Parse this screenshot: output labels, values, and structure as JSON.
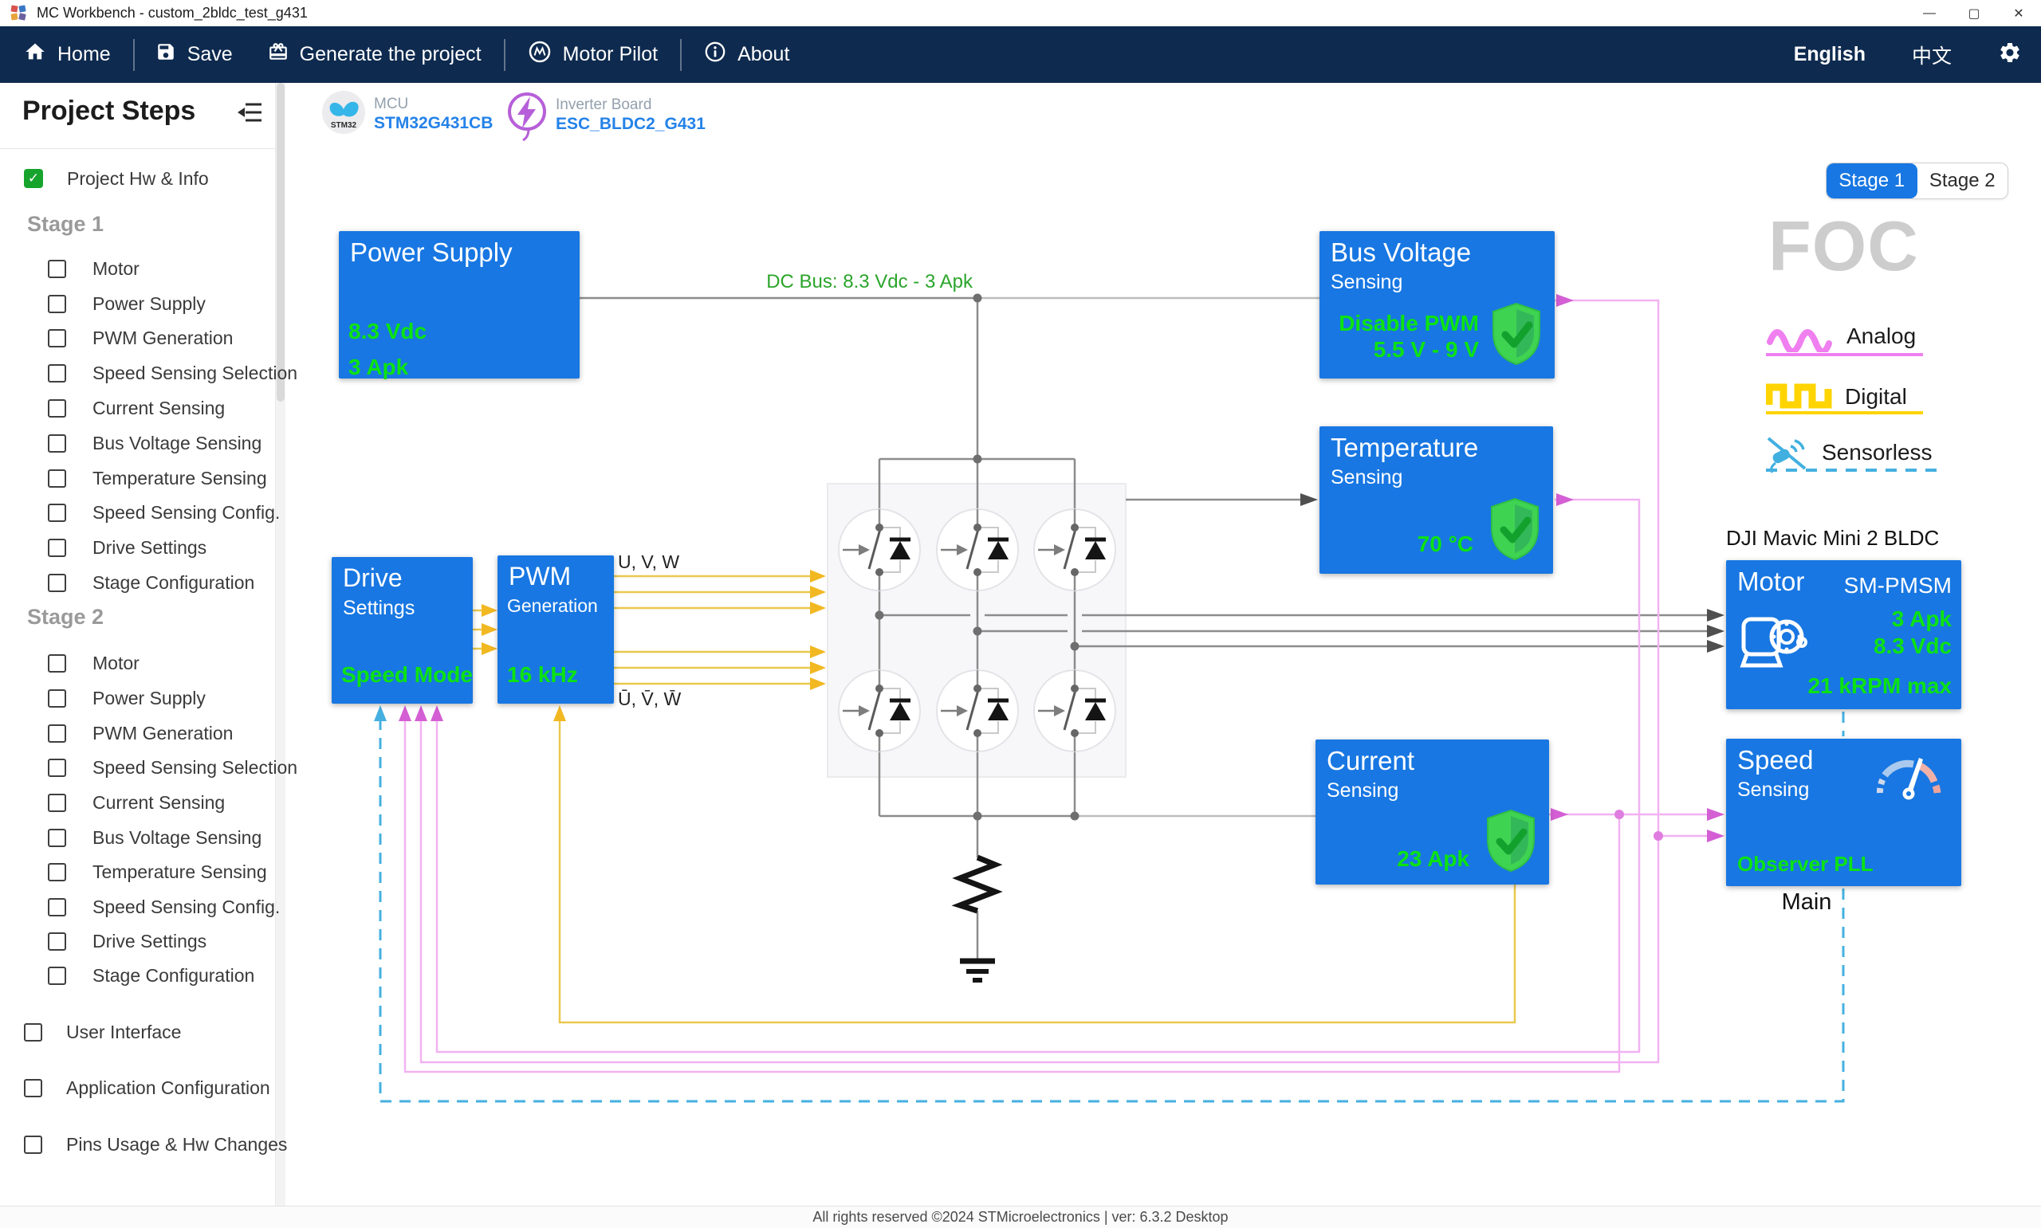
{
  "window": {
    "title": "MC Workbench - custom_2bldc_test_g431",
    "minimize": "—",
    "maximize": "▢",
    "close": "✕"
  },
  "navbar": {
    "home": "Home",
    "save": "Save",
    "generate": "Generate the project",
    "motor_pilot": "Motor Pilot",
    "about": "About",
    "lang_en": "English",
    "lang_zh": "中文"
  },
  "sidebar": {
    "title": "Project Steps",
    "hw_info": "Project Hw & Info",
    "stage1": "Stage 1",
    "stage2": "Stage 2",
    "items": [
      "Motor",
      "Power Supply",
      "PWM Generation",
      "Speed Sensing Selection",
      "Current Sensing",
      "Bus Voltage Sensing",
      "Temperature Sensing",
      "Speed Sensing Config.",
      "Drive Settings",
      "Stage Configuration"
    ],
    "user_interface": "User Interface",
    "app_config": "Application Configuration",
    "pins": "Pins Usage & Hw Changes"
  },
  "header": {
    "mcu_label": "MCU",
    "mcu": "STM32G431CB",
    "chip": "STM32",
    "board_label": "Inverter Board",
    "board": "ESC_BLDC2_G431"
  },
  "stage_toggle": {
    "stage1": "Stage 1",
    "stage2": "Stage 2"
  },
  "right_panel": {
    "algorithm": "FOC",
    "analog": "Analog",
    "digital": "Digital",
    "sensorless": "Sensorless"
  },
  "diagram": {
    "dc_bus": "DC Bus: 8.3 Vdc - 3 Apk",
    "uvw": "U, V, W",
    "uvw_bar": "Ū, V̄, W̄",
    "power_supply": {
      "title": "Power Supply",
      "v1": "8.3 Vdc",
      "v2": "3 Apk"
    },
    "bus_voltage": {
      "title": "Bus Voltage",
      "subtitle": "Sensing",
      "v1": "Disable PWM",
      "v2": "5.5 V - 9 V"
    },
    "temperature": {
      "title": "Temperature",
      "subtitle": "Sensing",
      "v1": "70 °C"
    },
    "drive": {
      "title": "Drive",
      "subtitle": "Settings",
      "v1": "Speed Mode"
    },
    "pwm": {
      "title": "PWM",
      "subtitle": "Generation",
      "v1": "16 kHz"
    },
    "current": {
      "title": "Current",
      "subtitle": "Sensing",
      "v1": "23 Apk"
    },
    "motor": {
      "title": "Motor",
      "type": "SM-PMSM",
      "v1": "3 Apk",
      "v2": "8.3 Vdc",
      "v3": "21 kRPM max",
      "caption": "DJI Mavic Mini 2 BLDC"
    },
    "speed": {
      "title": "Speed",
      "subtitle": "Sensing",
      "v1": "Observer PLL",
      "caption": "Main"
    }
  },
  "footer": "All rights reserved ©2024 STMicroelectronics | ver: 6.3.2 Desktop",
  "colors": {
    "navbar": "#0e2a4f",
    "block_blue": "#1877e2",
    "value_green": "#0ce312",
    "bus_label_green": "#2aa52a",
    "analog_pink": "#f07ff0",
    "digital_yellow": "#ffd400",
    "sensorless_blue": "#45b0e0",
    "link_blue": "#2482e8"
  }
}
